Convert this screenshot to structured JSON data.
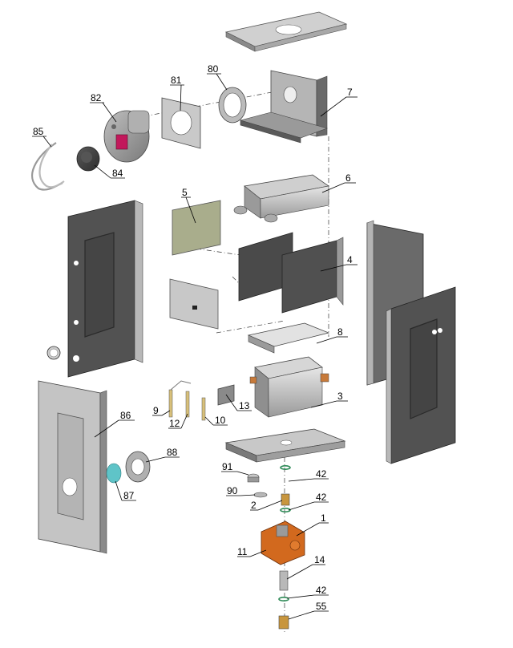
{
  "labels": {
    "p1": "1",
    "p2": "2",
    "p3": "3",
    "p4": "4",
    "p5": "5",
    "p6": "6",
    "p7": "7",
    "p8": "8",
    "p9": "9",
    "p10": "10",
    "p11": "11",
    "p12": "12",
    "p13": "13",
    "p14": "14",
    "p42a": "42",
    "p42b": "42",
    "p42c": "42",
    "p55": "55",
    "p80": "80",
    "p81": "81",
    "p82": "82",
    "p84": "84",
    "p85": "85",
    "p86": "86",
    "p87": "87",
    "p88": "88",
    "p90": "90",
    "p91": "91"
  },
  "colors": {
    "panel_dark": "#4a4a4a",
    "panel_light": "#c8c8c8",
    "panel_mid": "#8c8c8c",
    "insulation": "#a9ad8c",
    "valve": "#d2691e",
    "gasket": "#2e8b57",
    "cyan_part": "#5fc4c8",
    "magenta_part": "#c2185b"
  }
}
